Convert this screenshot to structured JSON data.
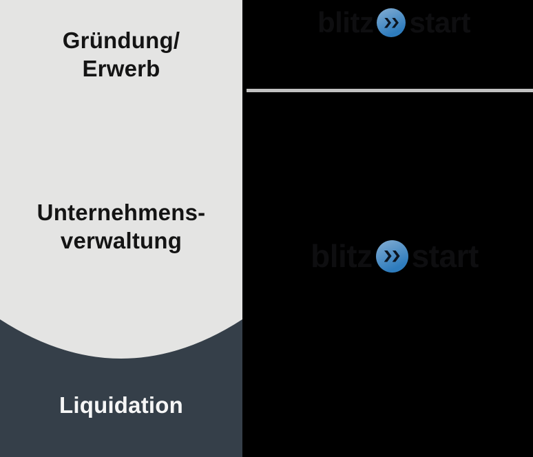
{
  "panel": {
    "sections": [
      {
        "line1": "Gründung/",
        "line2": "Erwerb"
      },
      {
        "line1": "Unternehmens-",
        "line2": "verwaltung"
      },
      {
        "line1": "Liquidation"
      }
    ]
  },
  "logos": {
    "header": {
      "word_left": "blitz",
      "word_right": "start",
      "icon": "double-chevron-circle-icon"
    },
    "center": {
      "word_left": "blitz",
      "word_right": "start",
      "icon": "double-chevron-circle-icon"
    }
  },
  "colors": {
    "light_bg": "#e4e4e3",
    "dark_bg": "#353f49",
    "right_bg": "#000000",
    "divider": "#c1c1c1",
    "heading_text": "#141414",
    "light_text": "#f6f6f6",
    "logo_text": "#0e0e10",
    "circle_blue_light": "#7fabd2",
    "circle_blue": "#2e7cbd",
    "chevron_dark": "#0c1520"
  }
}
